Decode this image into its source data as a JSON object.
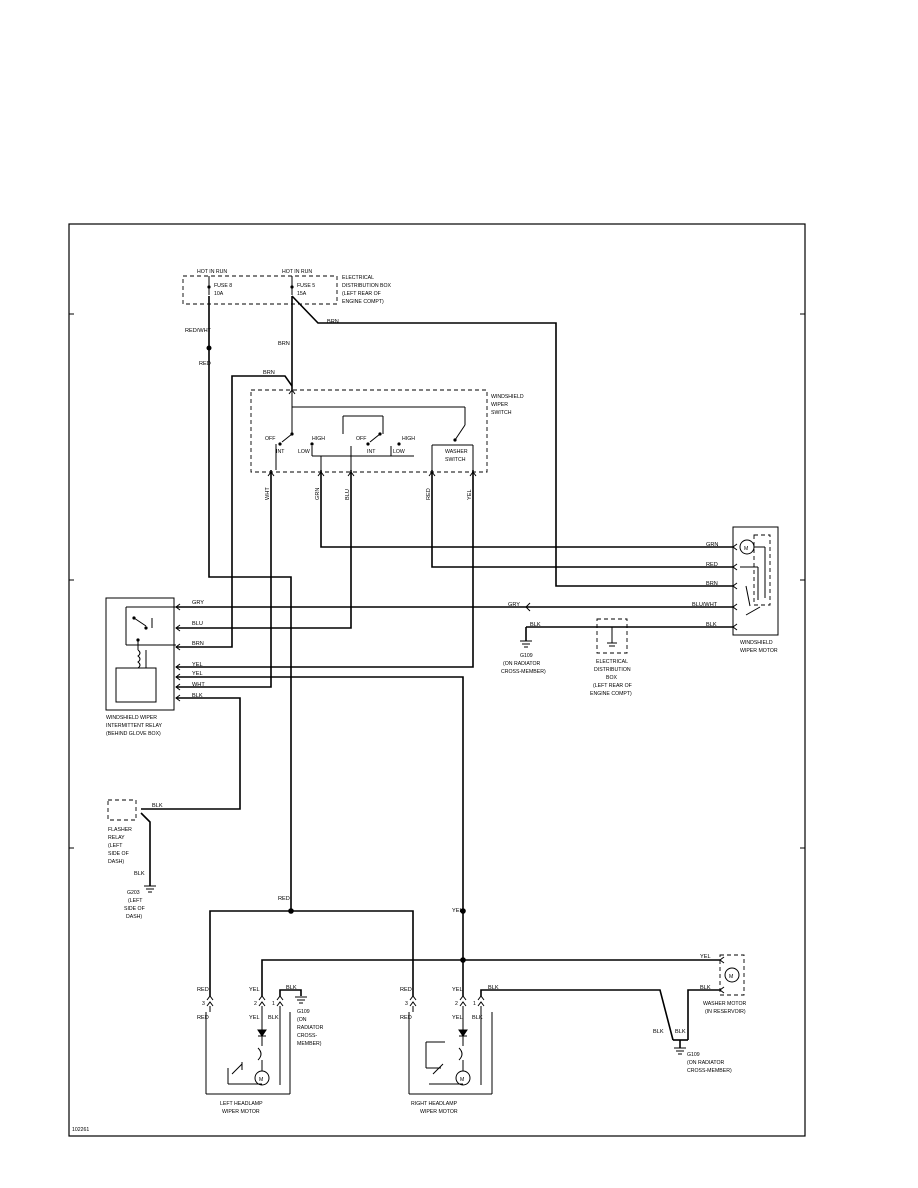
{
  "fuse_box": {
    "fuse8_hot": "HOT IN RUN",
    "fuse8_name": "FUSE 8",
    "fuse8_amp": "10A",
    "fuse5_hot": "HOT IN RUN",
    "fuse5_name": "FUSE 5",
    "fuse5_amp": "15A",
    "desc": [
      "ELECTRICAL",
      "DISTRIBUTION BOX",
      "(LEFT REAR OF",
      "ENGINE COMPT)"
    ]
  },
  "switch": {
    "title": [
      "WINDSHIELD",
      "WIPER",
      "SWITCH"
    ],
    "off1": "OFF",
    "high1": "HIGH",
    "int1": "INT",
    "low1": "LOW",
    "off2": "OFF",
    "high2": "HIGH",
    "int2": "INT",
    "low2": "LOW",
    "washer": [
      "WASHER",
      "SWITCH"
    ]
  },
  "relay": {
    "title": [
      "WINDSHIELD WIPER",
      "INTERMITTENT RELAY",
      "(BEHIND GLOVE BOX)"
    ]
  },
  "wiper_motor": {
    "title": [
      "WINDSHIELD",
      "WIPER MOTOR"
    ],
    "symbol": "M"
  },
  "g109_top": {
    "ref": "G109",
    "loc": [
      "(ON RADIATOR",
      "CROSS-MEMBER)"
    ]
  },
  "dist_box_2": {
    "desc": [
      "ELECTRICAL",
      "DISTRIBUTION",
      "BOX",
      "(LEFT REAR OF",
      "ENGINE COMPT)"
    ]
  },
  "flasher": {
    "title": [
      "FLASHER",
      "RELAY",
      "(LEFT",
      "SIDE OF",
      "DASH)"
    ]
  },
  "g203": {
    "ref": "G203",
    "loc": [
      "(LEFT",
      "SIDE OF",
      "DASH)"
    ]
  },
  "g109_left": {
    "ref": "G109",
    "loc": [
      "(ON",
      "RADIATOR",
      "CROSS-",
      "MEMBER)"
    ]
  },
  "g109_right": {
    "ref": "G109",
    "loc": [
      "(ON RADIATOR",
      "CROSS-MEMBER)"
    ]
  },
  "left_headlamp": {
    "title": [
      "LEFT HEADLAMP",
      "WIPER MOTOR"
    ],
    "pin3": "3",
    "pin2": "2",
    "pin1": "1",
    "symbol": "M"
  },
  "right_headlamp": {
    "title": [
      "RIGHT HEADLAMP",
      "WIPER MOTOR"
    ],
    "pin3": "3",
    "pin2": "2",
    "pin1": "1",
    "symbol": "M"
  },
  "washer_motor": {
    "title": [
      "WASHER MOTOR",
      "(IN RESERVOIR)"
    ],
    "symbol": "M"
  },
  "figure_id": "102261",
  "wires": {
    "red_wht": "RED/WHT",
    "red": "RED",
    "brn": "BRN",
    "grn": "GRN",
    "blu": "BLU",
    "yel": "YEL",
    "wht": "WHT",
    "gry": "GRY",
    "blk": "BLK",
    "blu_wht": "BLU/WHT"
  }
}
